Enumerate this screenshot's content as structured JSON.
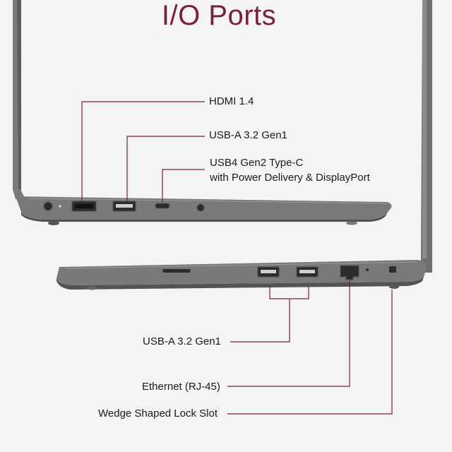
{
  "title": "I/O Ports",
  "colors": {
    "title": "#7a1f3d",
    "callout_line": "#7a1f3d",
    "chassis": "#6f7072"
  },
  "left_side": {
    "hdmi": "HDMI 1.4",
    "usba": "USB-A 3.2 Gen1",
    "usb4_line1": "USB4 Gen2 Type-C",
    "usb4_line2": "with Power Delivery & DisplayPort"
  },
  "right_side": {
    "usba": "USB-A 3.2 Gen1",
    "ethernet": "Ethernet (RJ-45)",
    "lock": "Wedge Shaped Lock Slot"
  }
}
